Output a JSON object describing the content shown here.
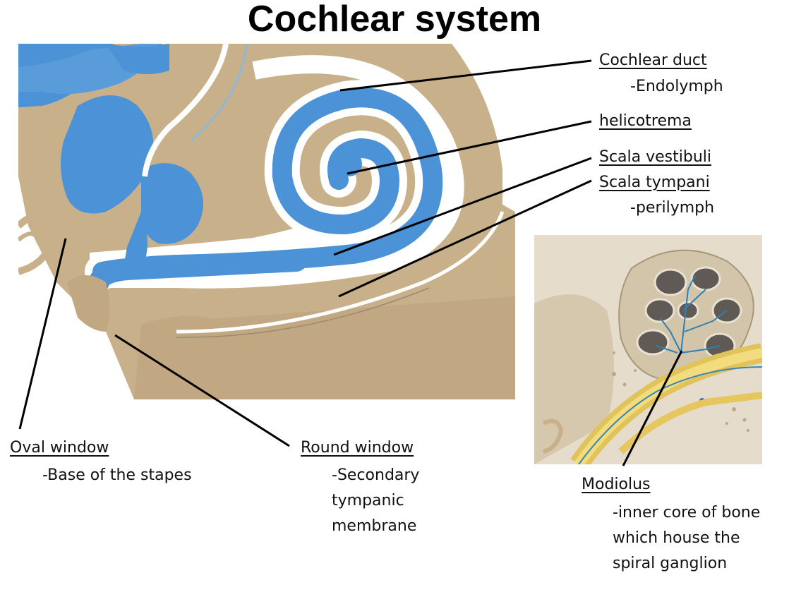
{
  "title": "Cochlear system",
  "labels": {
    "cochlear_duct": {
      "name": "Cochlear duct",
      "note": "-Endolymph"
    },
    "helicotrema": {
      "name": "helicotrema"
    },
    "scala_vestibuli": {
      "name": "Scala vestibuli"
    },
    "scala_tympani": {
      "name": "Scala tympani",
      "note": "-perilymph"
    },
    "oval_window": {
      "name": "Oval window",
      "note": "-Base of the stapes"
    },
    "round_window": {
      "name": "Round window",
      "note_lines": [
        "-Secondary",
        "tympanic",
        "membrane"
      ]
    },
    "modiolus": {
      "name": "Modiolus",
      "note_lines": [
        "-inner core of bone",
        "which house the",
        "spiral ganglion"
      ]
    }
  },
  "colors": {
    "bone": "#c7b08a",
    "fluid": "#4b93d6",
    "leader": "#000000"
  }
}
